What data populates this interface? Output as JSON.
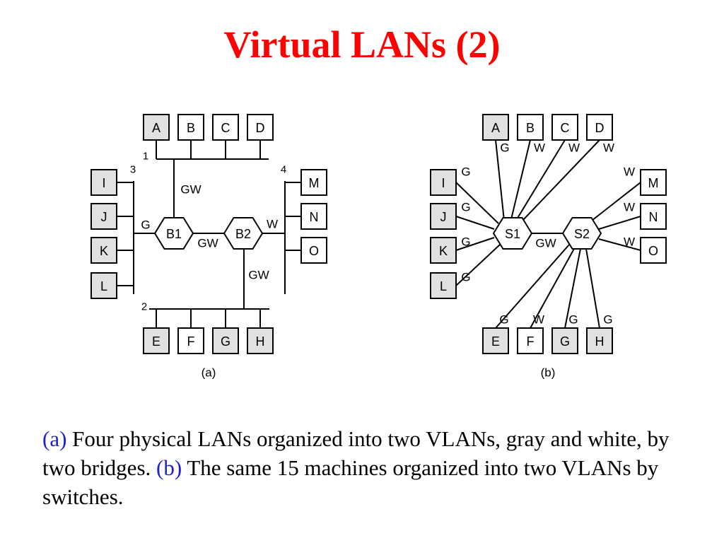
{
  "title": "Virtual LANs (2)",
  "colors": {
    "title": "#ff0000",
    "gray_node": "#e1e1e1",
    "white_node": "#ffffff",
    "caption_ref": "#1f1fcf"
  },
  "diagram_a": {
    "label": "(a)",
    "lan_numbers": [
      "1",
      "2",
      "3",
      "4"
    ],
    "bridges": [
      "B1",
      "B2"
    ],
    "link_labels": [
      "GW",
      "G",
      "GW",
      "W",
      "GW"
    ],
    "nodes": [
      {
        "name": "A",
        "vlan": "gray"
      },
      {
        "name": "B",
        "vlan": "white"
      },
      {
        "name": "C",
        "vlan": "white"
      },
      {
        "name": "D",
        "vlan": "white"
      },
      {
        "name": "I",
        "vlan": "gray"
      },
      {
        "name": "J",
        "vlan": "gray"
      },
      {
        "name": "K",
        "vlan": "gray"
      },
      {
        "name": "L",
        "vlan": "gray"
      },
      {
        "name": "M",
        "vlan": "white"
      },
      {
        "name": "N",
        "vlan": "white"
      },
      {
        "name": "O",
        "vlan": "white"
      },
      {
        "name": "E",
        "vlan": "gray"
      },
      {
        "name": "F",
        "vlan": "white"
      },
      {
        "name": "G",
        "vlan": "gray"
      },
      {
        "name": "H",
        "vlan": "gray"
      }
    ]
  },
  "diagram_b": {
    "label": "(b)",
    "switches": [
      "S1",
      "S2"
    ],
    "trunk_label": "GW",
    "nodes": [
      {
        "name": "A",
        "vlan": "gray",
        "port": "G"
      },
      {
        "name": "B",
        "vlan": "white",
        "port": "W"
      },
      {
        "name": "C",
        "vlan": "white",
        "port": "W"
      },
      {
        "name": "D",
        "vlan": "white",
        "port": "W"
      },
      {
        "name": "I",
        "vlan": "gray",
        "port": "G"
      },
      {
        "name": "J",
        "vlan": "gray",
        "port": "G"
      },
      {
        "name": "K",
        "vlan": "gray",
        "port": "G"
      },
      {
        "name": "L",
        "vlan": "gray",
        "port": "G"
      },
      {
        "name": "M",
        "vlan": "white",
        "port": "W"
      },
      {
        "name": "N",
        "vlan": "white",
        "port": "W"
      },
      {
        "name": "O",
        "vlan": "white",
        "port": "W"
      },
      {
        "name": "E",
        "vlan": "gray",
        "port": "G"
      },
      {
        "name": "F",
        "vlan": "white",
        "port": "W"
      },
      {
        "name": "G",
        "vlan": "gray",
        "port": "G"
      },
      {
        "name": "H",
        "vlan": "gray",
        "port": "G"
      }
    ]
  },
  "caption": {
    "ref_a": "(a)",
    "text_a": " Four physical LANs organized into two VLANs, gray and white, by two bridges.  ",
    "ref_b": "(b)",
    "text_b": " The same 15 machines organized into two VLANs by switches."
  }
}
